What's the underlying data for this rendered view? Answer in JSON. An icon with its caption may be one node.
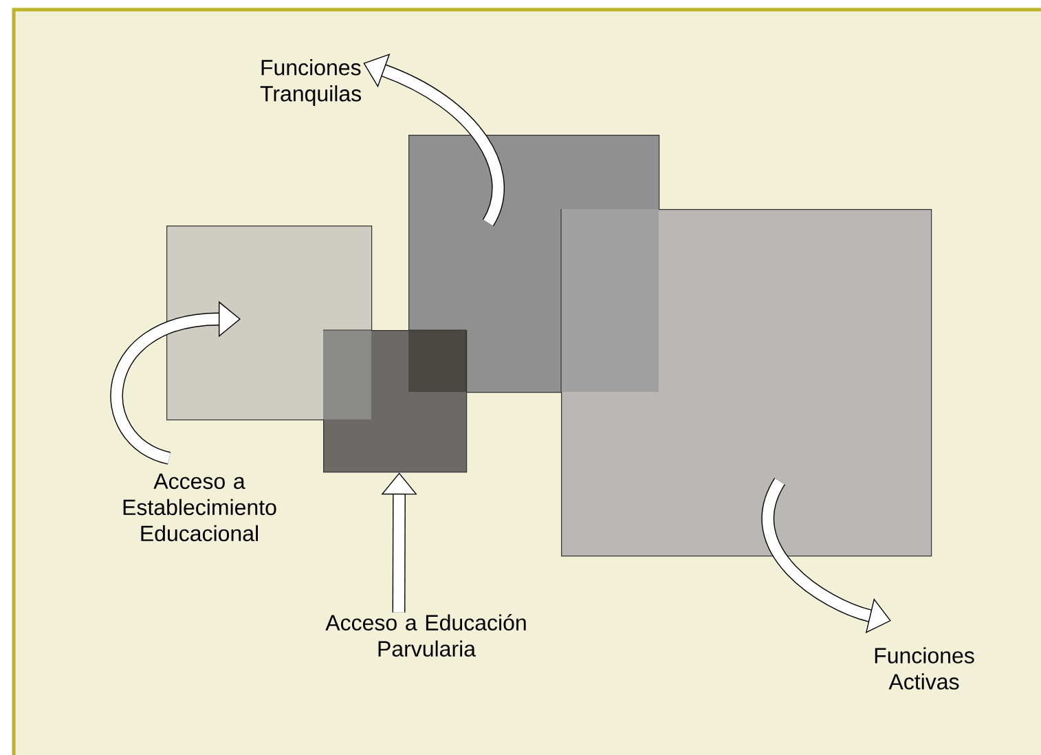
{
  "diagram": {
    "nodes": [
      {
        "text": [
          "Funciones Tranquilas"
        ]
      },
      {
        "text": [],
        "shape": "box"
      },
      {
        "text": [],
        "shape": "box"
      },
      {
        "text": [],
        "shape": "box"
      },
      {
        "text": [],
        "shape": "box"
      },
      {
        "text": [
          "Acceso a Establecimiento Educacional"
        ]
      },
      {
        "text": [
          "Acceso a Educación Parvularia"
        ]
      },
      {
        "text": [
          "Funciones Activas"
        ]
      }
    ],
    "edges": [
      {
        "from": 1,
        "to": 0,
        "arrow": "to"
      },
      {
        "from": 5,
        "to": 3,
        "arrow": "to"
      },
      {
        "from": 6,
        "to": 4,
        "arrow": "to"
      },
      {
        "from": 2,
        "to": 7,
        "arrow": "to"
      }
    ]
  }
}
